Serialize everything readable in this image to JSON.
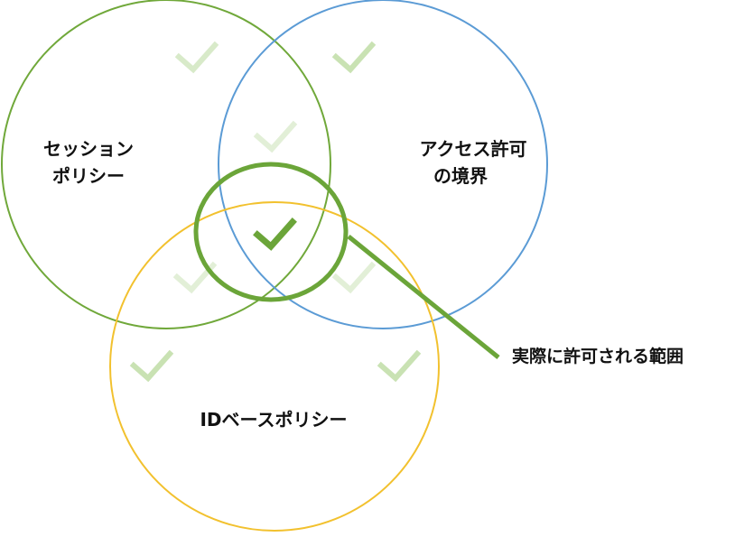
{
  "diagram": {
    "session_policy": {
      "label_line1": "セッション",
      "label_line2": "ポリシー",
      "color": "#70A83A"
    },
    "access_boundary": {
      "label_line1": "アクセス許可",
      "label_line2": "の境界",
      "color": "#5B9BD5"
    },
    "id_policy": {
      "label": "IDベースポリシー",
      "color": "#F2C12E"
    },
    "effective": {
      "label": "実際に許可される範囲",
      "color": "#6BA539"
    },
    "checkmark_colors": {
      "faint": "#D8EAC9",
      "light": "#C9E2B3",
      "strong": "#6BA539"
    }
  }
}
